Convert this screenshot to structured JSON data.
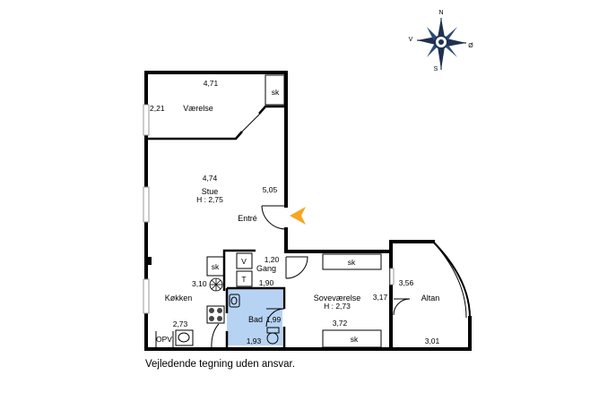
{
  "compass": {
    "north": "N",
    "south": "S",
    "west": "V",
    "east": "Ø"
  },
  "rooms": {
    "vaerelse": {
      "name": "Værelse",
      "width": "4,71",
      "depth": "2,21",
      "closet": "sk"
    },
    "stue": {
      "name": "Stue",
      "height": "H : 2,75",
      "width": "4,74",
      "depth": "5,05"
    },
    "entre": {
      "name": "Entré"
    },
    "gang": {
      "name": "Gang",
      "width": "1,20",
      "depth": "1,90",
      "v": "V",
      "t": "T"
    },
    "koekken": {
      "name": "Køkken",
      "depth": "3,10",
      "width": "2,73",
      "closet": "sk",
      "opv": "OPV"
    },
    "bad": {
      "name": "Bad",
      "depth": "1,99",
      "width": "1,93"
    },
    "sovevaerelse": {
      "name": "Soveværelse",
      "height": "H : 2,73",
      "depth": "3,17",
      "width": "3,72",
      "closet_top": "sk",
      "closet_bottom": "sk"
    },
    "altan": {
      "name": "Altan",
      "depth": "3,56",
      "width": "3,01"
    }
  },
  "colors": {
    "wall": "#000000",
    "bathroom": "#b7d3f3",
    "entrance_arrow": "#f5a623"
  },
  "caption": "Vejledende tegning uden ansvar."
}
